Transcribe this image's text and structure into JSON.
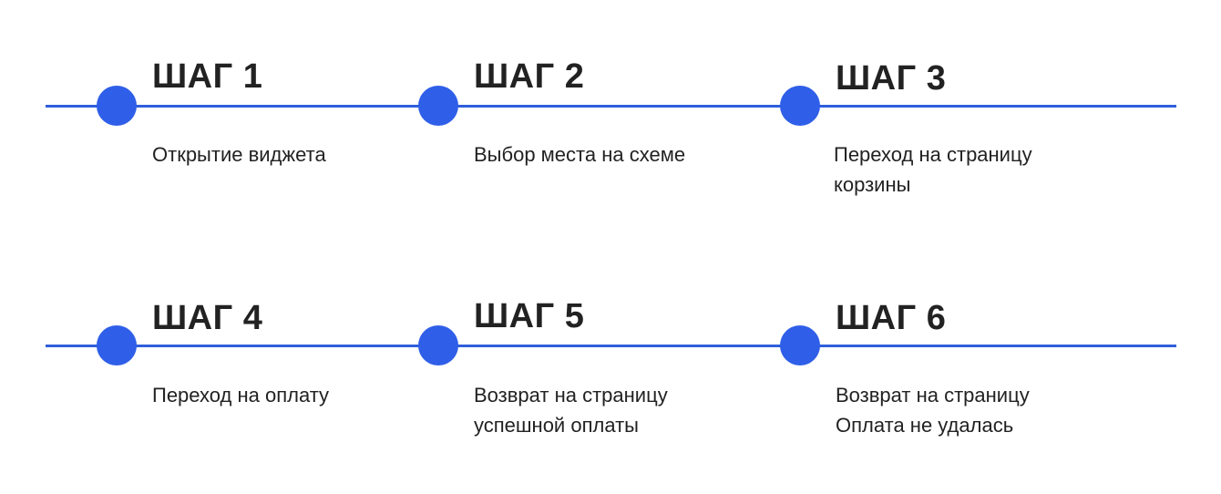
{
  "accent_color": "#2f5fe8",
  "steps": [
    {
      "title": "ШАГ 1",
      "description": "Открытие виджета"
    },
    {
      "title": "ШАГ 2",
      "description": "Выбор места на схеме"
    },
    {
      "title": "ШАГ 3",
      "description": "Переход на страницу\nкорзины"
    },
    {
      "title": "ШАГ 4",
      "description": "Переход на оплату"
    },
    {
      "title": "ШАГ 5",
      "description": "Возврат на страницу\nуспешной оплаты"
    },
    {
      "title": "ШАГ 6",
      "description": "Возврат на страницу\nОплата не удалась"
    }
  ]
}
